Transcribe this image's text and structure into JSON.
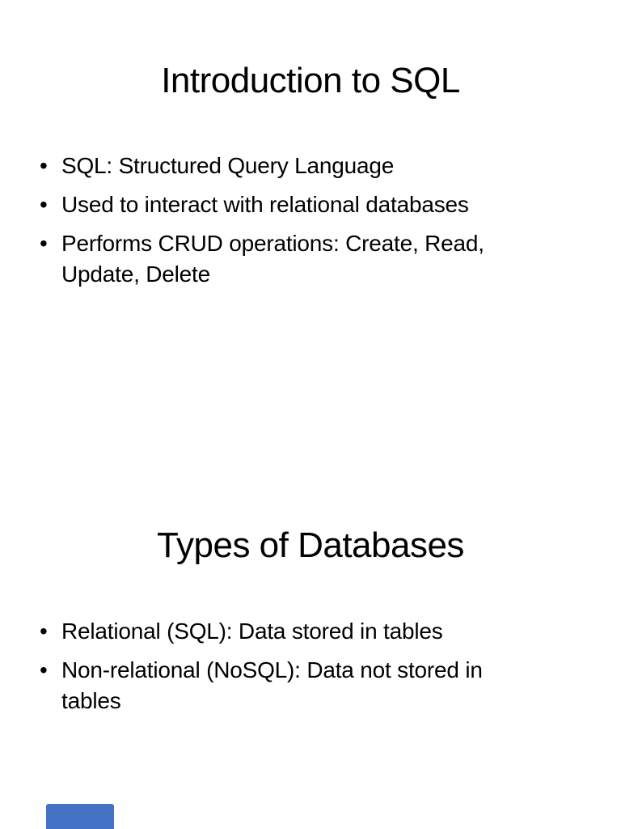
{
  "document": {
    "background": "#ffffff",
    "text_color": "#000000",
    "bullet_char": "•"
  },
  "slides": [
    {
      "title": "Introduction to SQL",
      "bullets": [
        {
          "lines": [
            "SQL: Structured Query Language"
          ]
        },
        {
          "lines": [
            "Used to interact with relational databases"
          ]
        },
        {
          "lines": [
            "Performs CRUD operations: Create, Read,",
            "Update, Delete"
          ]
        }
      ]
    },
    {
      "title": "Types of Databases",
      "bullets": [
        {
          "lines": [
            "Relational (SQL): Data stored in tables"
          ]
        },
        {
          "lines": [
            "Non-relational (NoSQL): Data not stored in",
            "tables"
          ]
        }
      ]
    }
  ],
  "next_slide_fragment": {
    "description": "top edge of blue table header from following slide",
    "color": "#4472c4"
  }
}
